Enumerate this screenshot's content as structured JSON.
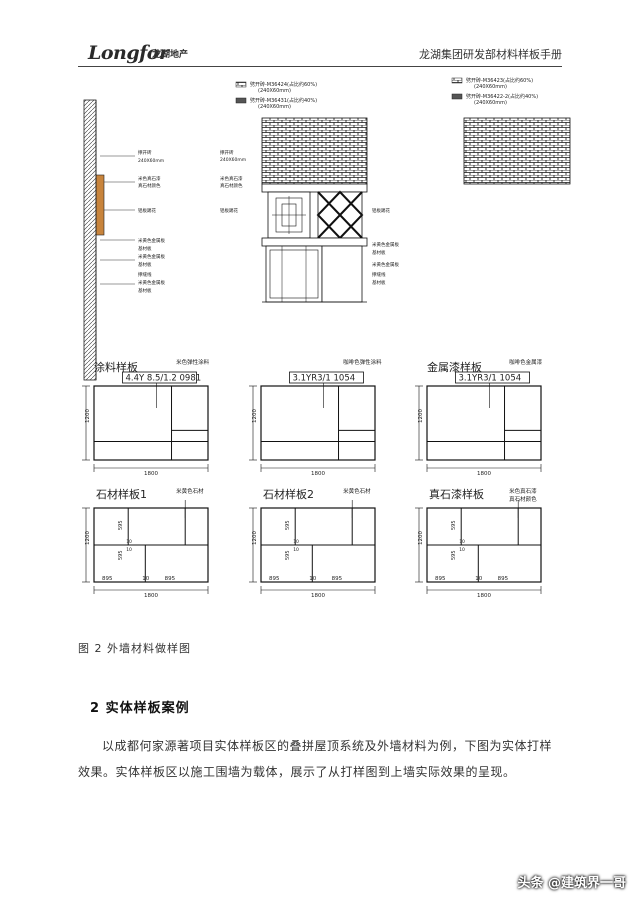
{
  "header": {
    "logo_text": "Longfor",
    "logo_cn": "龙湖地产",
    "title": "龙湖集团研发部材料样板手册"
  },
  "drawings": {
    "elevation_labels": [
      "撑开砖",
      "240X60mm",
      "米色真石漆",
      "真石材颜色",
      "铝板踢花",
      "米黄色金属板",
      "基材板",
      "米黄色金属板",
      "基材板",
      "撑缝线",
      "米黄色金属板",
      "基材板"
    ],
    "mid_legend": [
      {
        "line1": "劈开砖-M36424(占比约60%)",
        "line2": "(240X60mm)"
      },
      {
        "line1": "劈开砖-M36431(占比约40%)",
        "line2": "(240X60mm)"
      }
    ],
    "mid_labels": [
      "撑开砖",
      "240X60mm",
      "米色真石漆",
      "真石材颜色",
      "铝板踢花",
      "铝板踢花",
      "米黄色金属板",
      "基材板",
      "米黄色金属板",
      "撑缝线",
      "基材板"
    ],
    "right_legend": [
      {
        "line1": "劈开砖-M36423(占比约60%)",
        "line2": "(240X60mm)"
      },
      {
        "line1": "劈开砖-M36422-2(占比约40%)",
        "line2": "(240X60mm)"
      }
    ]
  },
  "panels": [
    {
      "title": "涂料样板",
      "note": "米色弹性涂料",
      "code": "4.4Y 8.5/1.2 0981",
      "width": "1800",
      "height": "1200"
    },
    {
      "title": "",
      "note": "咖啡色弹性涂料",
      "code": "3.1YR3/1 1054",
      "width": "1800",
      "height": "1200"
    },
    {
      "title": "金属漆样板",
      "note": "咖啡色金属漆",
      "code": "3.1YR3/1 1054",
      "width": "1800",
      "height": "1200"
    },
    {
      "title": "石材样板1",
      "note": "米黄色石材",
      "width": "1800",
      "height": "1200",
      "dims": [
        "595",
        "595",
        "895",
        "10",
        "895",
        "10",
        "10"
      ]
    },
    {
      "title": "石材样板2",
      "note": "米黄色石材",
      "width": "1800",
      "height": "1200",
      "dims": [
        "595",
        "595",
        "895",
        "10",
        "895",
        "10",
        "10"
      ]
    },
    {
      "title": "真石漆样板",
      "note": "米色真石漆",
      "note2": "真石材颜色",
      "width": "1800",
      "height": "1200",
      "dims": [
        "595",
        "595",
        "895",
        "10",
        "895",
        "10",
        "10"
      ]
    }
  ],
  "caption": "图 2 外墙材料做样图",
  "section_title": "2 实体样板案例",
  "paragraph": "以成都何家源著项目实体样板区的叠拼屋顶系统及外墙材料为例，下图为实体打样效果。实体样板区以施工围墙为载体，展示了从打样图到上墙实际效果的呈现。",
  "watermark": "头条 @建筑界一哥"
}
